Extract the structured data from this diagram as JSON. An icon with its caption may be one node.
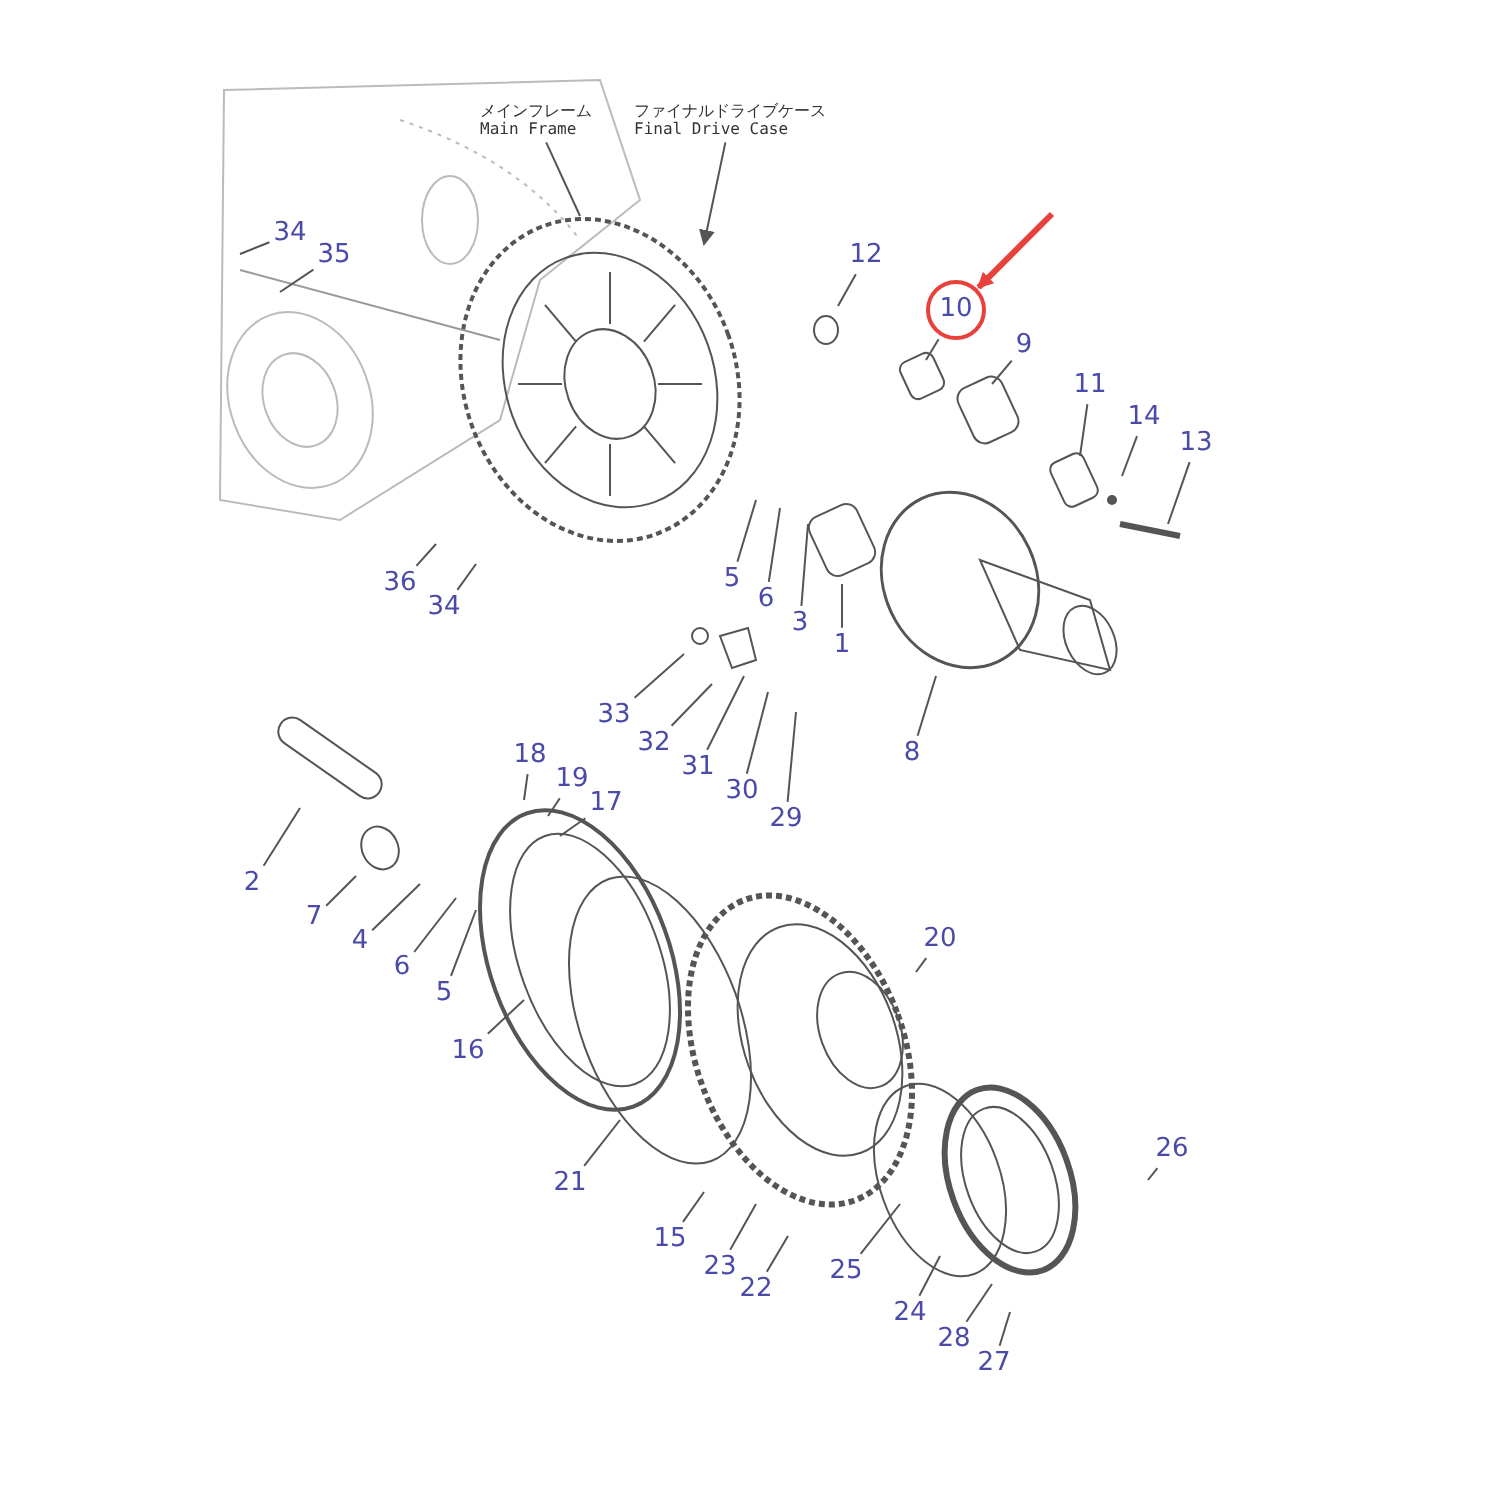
{
  "diagram": {
    "nodes": [
      {
        "text": [
          "メインフレーム",
          "Main Frame"
        ]
      },
      {
        "text": [
          "ファイナルドライブケース",
          "Final Drive Case"
        ]
      },
      {
        "text": [
          "34"
        ]
      },
      {
        "text": [
          "35"
        ]
      },
      {
        "text": [
          "12"
        ]
      },
      {
        "text": [
          "10"
        ]
      },
      {
        "text": [
          "9"
        ]
      },
      {
        "text": [
          "11"
        ]
      },
      {
        "text": [
          "14"
        ]
      },
      {
        "text": [
          "13"
        ]
      },
      {
        "text": [
          "36"
        ]
      },
      {
        "text": [
          "34"
        ]
      },
      {
        "text": [
          "5"
        ]
      },
      {
        "text": [
          "6"
        ]
      },
      {
        "text": [
          "3"
        ]
      },
      {
        "text": [
          "1"
        ]
      },
      {
        "text": [
          "8"
        ]
      },
      {
        "text": [
          "33"
        ]
      },
      {
        "text": [
          "32"
        ]
      },
      {
        "text": [
          "31"
        ]
      },
      {
        "text": [
          "30"
        ]
      },
      {
        "text": [
          "29"
        ]
      },
      {
        "text": [
          "18"
        ]
      },
      {
        "text": [
          "19"
        ]
      },
      {
        "text": [
          "17"
        ]
      },
      {
        "text": [
          "2"
        ]
      },
      {
        "text": [
          "7"
        ]
      },
      {
        "text": [
          "4"
        ]
      },
      {
        "text": [
          "6"
        ]
      },
      {
        "text": [
          "5"
        ]
      },
      {
        "text": [
          "16"
        ]
      },
      {
        "text": [
          "20"
        ]
      },
      {
        "text": [
          "21"
        ]
      },
      {
        "text": [
          "15"
        ]
      },
      {
        "text": [
          "23"
        ]
      },
      {
        "text": [
          "22"
        ]
      },
      {
        "text": [
          "25"
        ]
      },
      {
        "text": [
          "26"
        ]
      },
      {
        "text": [
          "24"
        ]
      },
      {
        "text": [
          "28"
        ]
      },
      {
        "text": [
          "27"
        ]
      }
    ],
    "edges": [
      {
        "from": 0,
        "to": null,
        "arrow": "none"
      },
      {
        "from": 1,
        "to": null,
        "arrow": "to"
      },
      {
        "from": null,
        "to": 5,
        "arrow": "to",
        "style": "thick",
        "color": "#e8403a"
      },
      {
        "from": 2,
        "to": null,
        "arrow": "none"
      },
      {
        "from": 3,
        "to": null,
        "arrow": "none"
      },
      {
        "from": 4,
        "to": null,
        "arrow": "none"
      },
      {
        "from": 5,
        "to": null,
        "arrow": "none"
      },
      {
        "from": 6,
        "to": null,
        "arrow": "none"
      },
      {
        "from": 7,
        "to": null,
        "arrow": "none"
      },
      {
        "from": 8,
        "to": null,
        "arrow": "none"
      },
      {
        "from": 9,
        "to": null,
        "arrow": "none"
      },
      {
        "from": 10,
        "to": null,
        "arrow": "none"
      },
      {
        "from": 11,
        "to": null,
        "arrow": "none"
      },
      {
        "from": 12,
        "to": null,
        "arrow": "none"
      },
      {
        "from": 13,
        "to": null,
        "arrow": "none"
      },
      {
        "from": 14,
        "to": null,
        "arrow": "none"
      },
      {
        "from": 15,
        "to": null,
        "arrow": "none"
      },
      {
        "from": 16,
        "to": null,
        "arrow": "none"
      },
      {
        "from": 17,
        "to": null,
        "arrow": "none"
      },
      {
        "from": 18,
        "to": null,
        "arrow": "none"
      },
      {
        "from": 19,
        "to": null,
        "arrow": "none"
      },
      {
        "from": 20,
        "to": null,
        "arrow": "none"
      },
      {
        "from": 21,
        "to": null,
        "arrow": "none"
      },
      {
        "from": 22,
        "to": null,
        "arrow": "none"
      },
      {
        "from": 23,
        "to": null,
        "arrow": "none"
      },
      {
        "from": 24,
        "to": null,
        "arrow": "none"
      },
      {
        "from": 25,
        "to": null,
        "arrow": "none"
      },
      {
        "from": 26,
        "to": null,
        "arrow": "none"
      },
      {
        "from": 27,
        "to": null,
        "arrow": "none"
      },
      {
        "from": 28,
        "to": null,
        "arrow": "none"
      },
      {
        "from": 29,
        "to": null,
        "arrow": "none"
      },
      {
        "from": 30,
        "to": null,
        "arrow": "none"
      },
      {
        "from": 31,
        "to": null,
        "arrow": "none"
      },
      {
        "from": 32,
        "to": null,
        "arrow": "none"
      },
      {
        "from": 33,
        "to": null,
        "arrow": "none"
      },
      {
        "from": 34,
        "to": null,
        "arrow": "none"
      },
      {
        "from": 35,
        "to": null,
        "arrow": "none"
      },
      {
        "from": 36,
        "to": null,
        "arrow": "none"
      },
      {
        "from": 37,
        "to": null,
        "arrow": "none"
      },
      {
        "from": 38,
        "to": null,
        "arrow": "none"
      },
      {
        "from": 39,
        "to": null,
        "arrow": "none"
      },
      {
        "from": 40,
        "to": null,
        "arrow": "none"
      }
    ]
  }
}
